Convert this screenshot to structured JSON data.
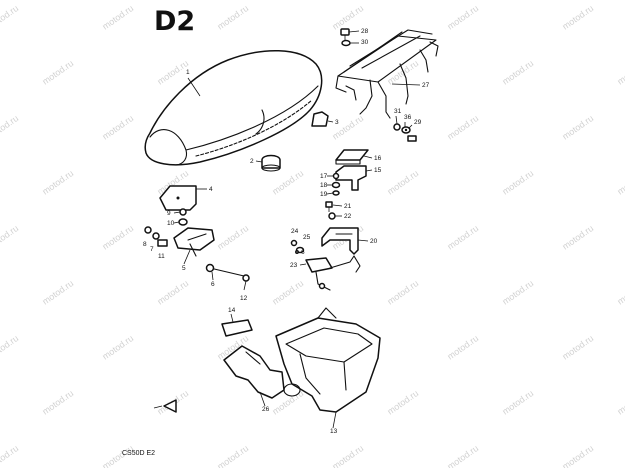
{
  "diagram_code": "D2",
  "model_code": "CS50D E2",
  "watermark": "motod.ru",
  "callouts": [
    {
      "id": "c1",
      "label": "1"
    },
    {
      "id": "c2",
      "label": "2"
    },
    {
      "id": "c3",
      "label": "3"
    },
    {
      "id": "c4",
      "label": "4"
    },
    {
      "id": "c5",
      "label": "5"
    },
    {
      "id": "c6",
      "label": "6"
    },
    {
      "id": "c6b",
      "label": "6"
    },
    {
      "id": "c7",
      "label": "7"
    },
    {
      "id": "c8",
      "label": "8"
    },
    {
      "id": "c9",
      "label": "9"
    },
    {
      "id": "c10",
      "label": "10"
    },
    {
      "id": "c11",
      "label": "11"
    },
    {
      "id": "c12",
      "label": "12"
    },
    {
      "id": "c13",
      "label": "13"
    },
    {
      "id": "c14",
      "label": "14"
    },
    {
      "id": "c15",
      "label": "15"
    },
    {
      "id": "c16",
      "label": "16"
    },
    {
      "id": "c17",
      "label": "17"
    },
    {
      "id": "c18",
      "label": "18"
    },
    {
      "id": "c19",
      "label": "19"
    },
    {
      "id": "c20",
      "label": "20"
    },
    {
      "id": "c21",
      "label": "21"
    },
    {
      "id": "c22",
      "label": "22"
    },
    {
      "id": "c23",
      "label": "23"
    },
    {
      "id": "c24",
      "label": "24"
    },
    {
      "id": "c25",
      "label": "25"
    },
    {
      "id": "c26",
      "label": "26"
    },
    {
      "id": "c27",
      "label": "27"
    },
    {
      "id": "c28",
      "label": "28"
    },
    {
      "id": "c29",
      "label": "29"
    },
    {
      "id": "c30",
      "label": "30"
    },
    {
      "id": "c31",
      "label": "31"
    },
    {
      "id": "c36",
      "label": "36"
    }
  ]
}
